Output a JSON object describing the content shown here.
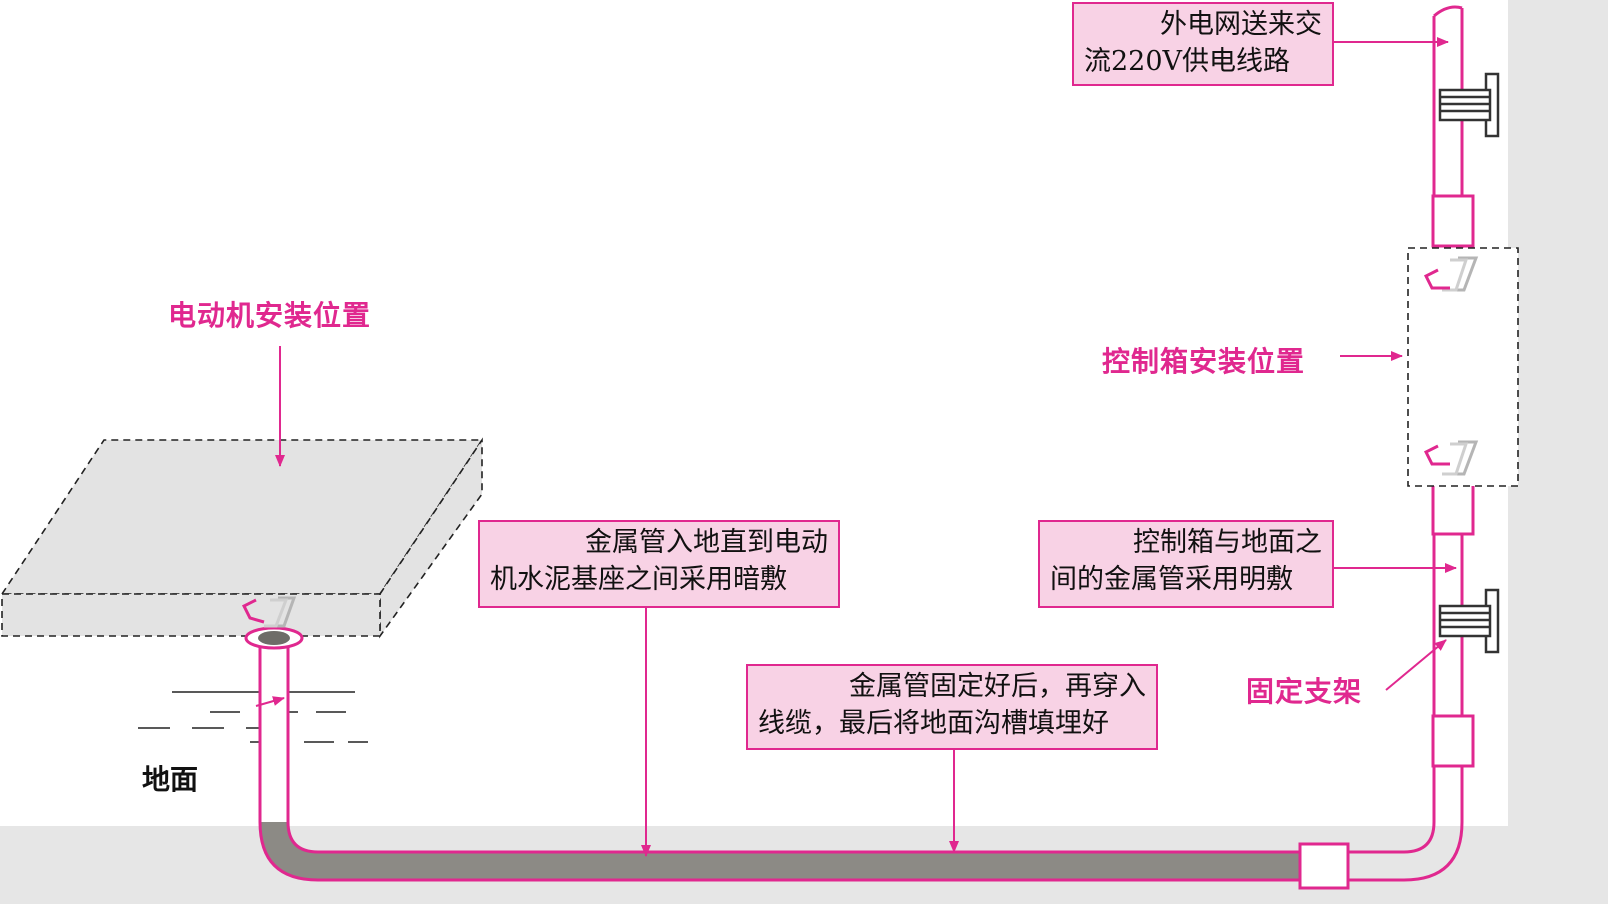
{
  "colors": {
    "accent": "#e0288f",
    "box_fill": "#f8d2e5",
    "ground": "#e6e6e6",
    "wall": "#e6e6e6",
    "slab": "#e3e3e3",
    "pipe_fill": "#8c8a85",
    "bracket": "#4a4a3a"
  },
  "labels": {
    "motor_position": "电动机安装位置",
    "control_box_position": "控制箱安装位置",
    "fixing_bracket": "固定支架",
    "ground_surface": "地面"
  },
  "notes": {
    "supply": {
      "line1": "外电网送来交",
      "line2": "流220V供电线路"
    },
    "buried": {
      "line1": "金属管入地直到电动",
      "line2": "机水泥基座之间采用暗敷"
    },
    "exposed": {
      "line1": "控制箱与地面之",
      "line2": "间的金属管采用明敷"
    },
    "backfill": {
      "line1": "金属管固定好后，再穿入",
      "line2": "线缆，最后将地面沟槽填埋好"
    }
  }
}
